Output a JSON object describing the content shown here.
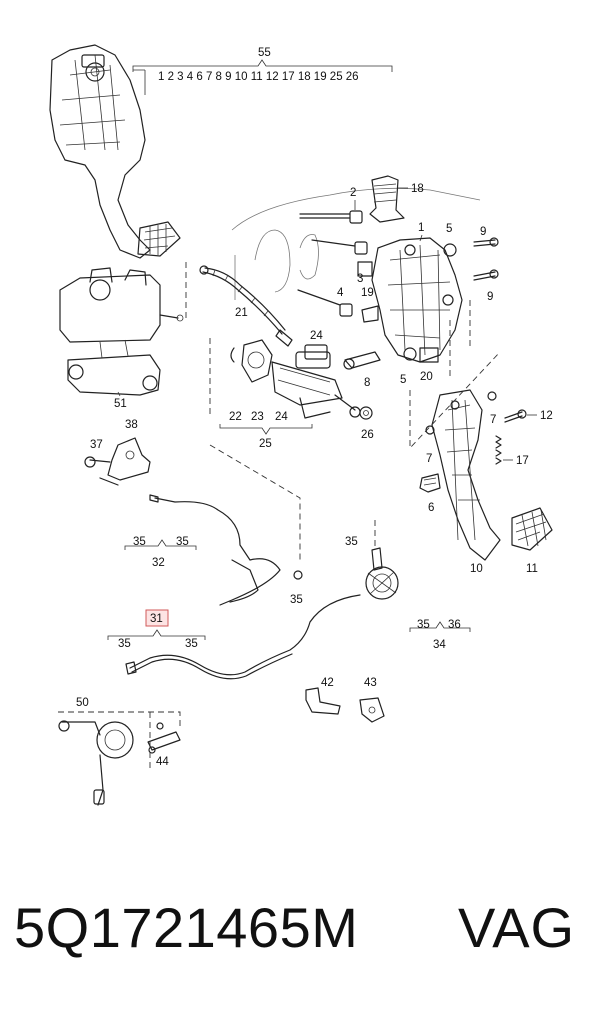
{
  "diagram": {
    "callouts": {
      "c55": "55",
      "c55_list": "1 2 3 4 6 7 8 9 10 11 12 17 18 19 25 26",
      "c1": "1",
      "c2": "2",
      "c3": "3",
      "c4": "4",
      "c5a": "5",
      "c5b": "5",
      "c6": "6",
      "c7a": "7",
      "c7b": "7",
      "c8": "8",
      "c9a": "9",
      "c9b": "9",
      "c10": "10",
      "c11": "11",
      "c12": "12",
      "c17": "17",
      "c18": "18",
      "c19": "19",
      "c20": "20",
      "c21": "21",
      "c22": "22",
      "c23": "23",
      "c24a": "24",
      "c24b": "24",
      "c25": "25",
      "c26": "26",
      "c31": "31",
      "c32": "32",
      "c35a": "35",
      "c35b": "35",
      "c35c": "35",
      "c35d": "35",
      "c35e": "35",
      "c35f": "35",
      "c35g": "35",
      "c36": "36",
      "c34": "34",
      "c37": "37",
      "c38": "38",
      "c42": "42",
      "c43": "43",
      "c44": "44",
      "c50": "50",
      "c51": "51"
    }
  },
  "footer": {
    "part_number": "5Q1721465M",
    "brand": "VAG"
  },
  "colors": {
    "highlight_fill": "#fde4e4",
    "highlight_stroke": "#d05a5a",
    "line": "#222222"
  }
}
